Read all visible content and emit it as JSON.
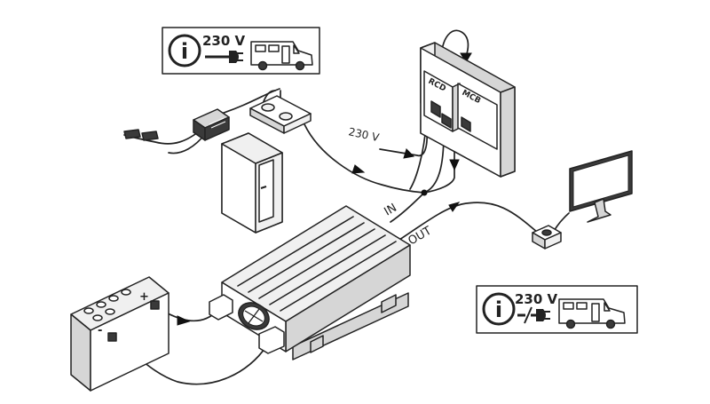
{
  "info_box_top": {
    "voltage": "230 V"
  },
  "info_box_bottom": {
    "voltage": "230 V"
  },
  "breaker_labels": {
    "rcd": "RCD",
    "mcb": "MCB"
  },
  "mains_label": "230 V",
  "in_label": "IN",
  "out_label": "OUT",
  "battery_terminals": {
    "positive": "+",
    "negative": "-"
  }
}
